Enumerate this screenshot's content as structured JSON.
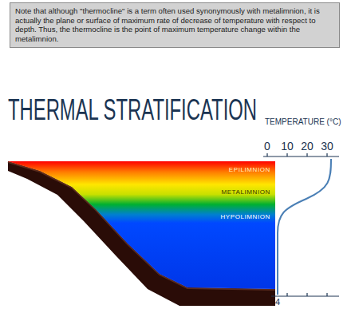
{
  "diagram": {
    "title": "THERMAL STRATIFICATION",
    "nodes": [
      {
        "text": [
          "Note that although \"thermocline\" is a term often used synonymously with metalimnion, it is actually the plane or surface of maximum rate of decrease of temperature with respect to depth. Thus, the thermocline is the point of maximum temperature change within the metalimnion."
        ]
      },
      {
        "text": [
          "EPILIMNION"
        ]
      },
      {
        "text": [
          "METALIMNION"
        ]
      },
      {
        "text": [
          "HYPOLIMNION"
        ]
      }
    ],
    "labels": [
      "TEMPERATURE (°C)",
      "0",
      "10",
      "20",
      "30",
      "4"
    ]
  }
}
